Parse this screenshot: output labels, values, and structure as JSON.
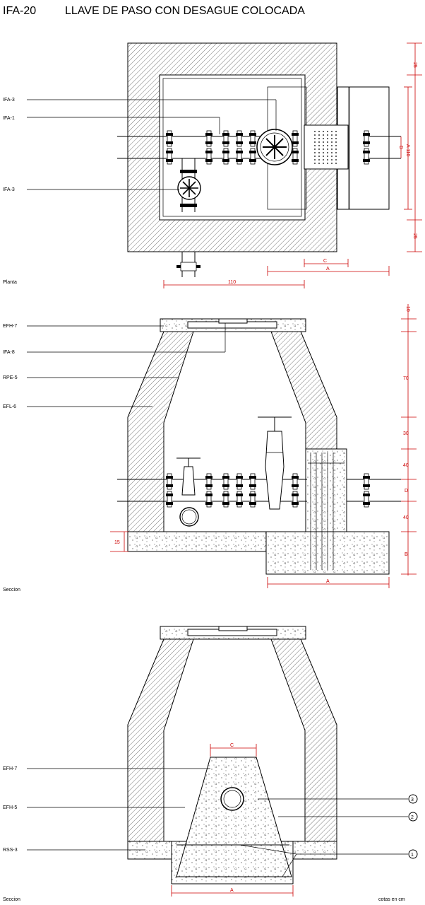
{
  "header": {
    "code": "IFA-20",
    "title": "LLAVE DE PASO CON DESAGUE COLOCADA"
  },
  "plan_view": {
    "caption": "Planta",
    "labels": [
      "IFA-3",
      "IFA-1",
      "IFA-3"
    ],
    "dims": {
      "top": "25",
      "bottom": "25",
      "d": "D",
      "a110": "A 110",
      "c": "C",
      "a": "A",
      "width": "110"
    }
  },
  "section_view": {
    "caption": "Seccion",
    "labels": [
      "EFH-7",
      "IFA-8",
      "RPE-5",
      "EFL-6"
    ],
    "dims": {
      "v10": "10",
      "v70": "70",
      "v30": "30",
      "v40a": "40",
      "d": "D",
      "v40b": "40",
      "b": "B",
      "v15": "15",
      "a": "A"
    }
  },
  "section_view_2": {
    "caption": "Seccion",
    "labels": [
      "EFH-7",
      "EFH-5",
      "RSS-3"
    ],
    "callouts": [
      "3",
      "2",
      "1"
    ],
    "dims": {
      "c": "C",
      "a": "A"
    },
    "units_note": "cotas en cm"
  }
}
